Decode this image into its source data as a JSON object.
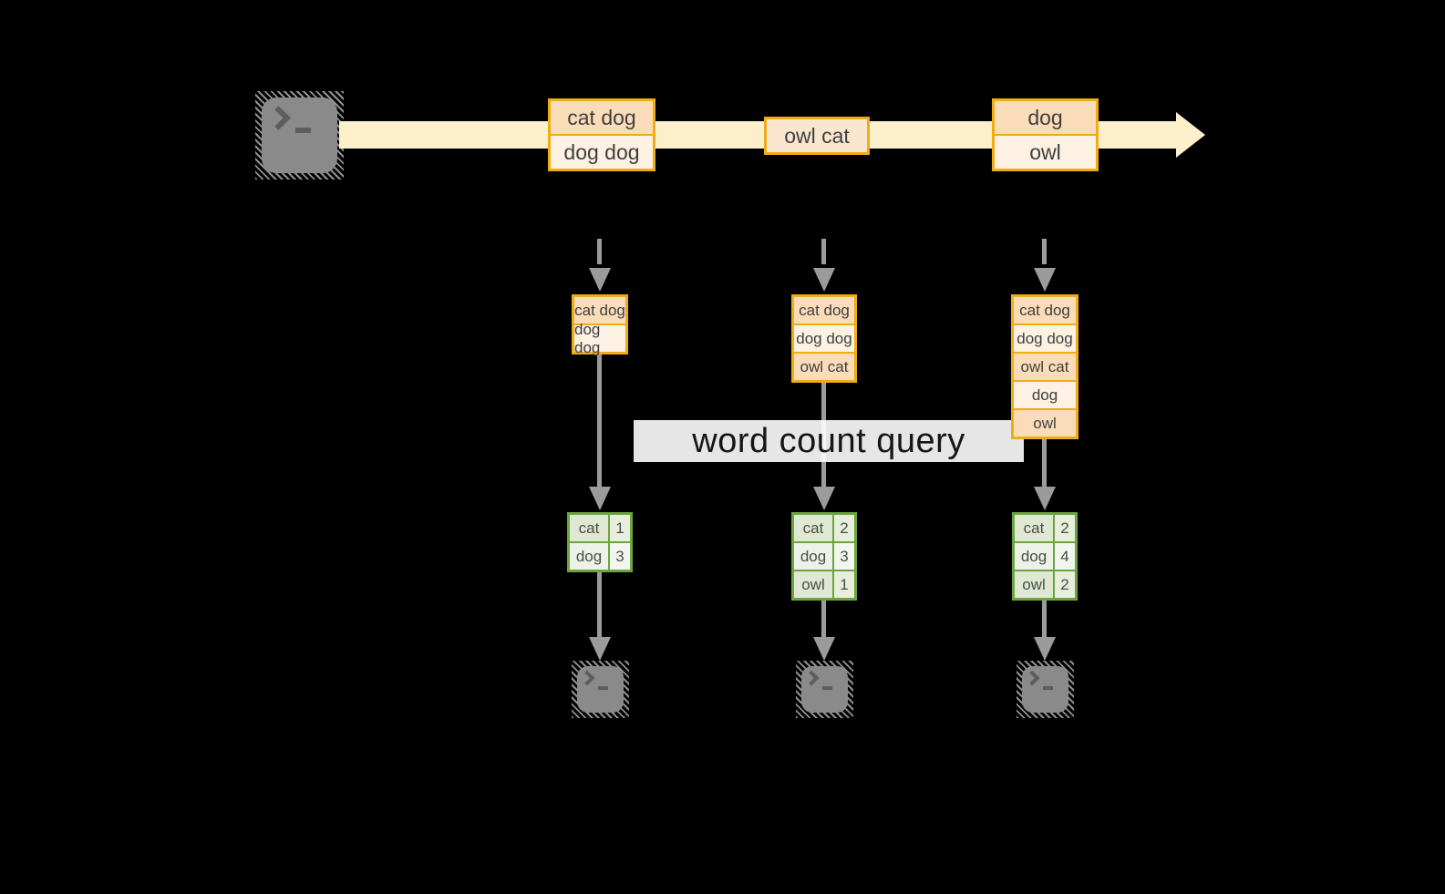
{
  "colors": {
    "background": "#000000",
    "stream_band": "#FBF0CB",
    "event_border": "#F0AC14",
    "event_fill_dark": "#FADCB9",
    "event_fill_light": "#FCF1E2",
    "result_border": "#6CA53E",
    "arrow_gray": "#9B9B9B",
    "query_band_bg": "#FFFFFF"
  },
  "stream": {
    "source_icon": "terminal-icon",
    "events": [
      {
        "rows": [
          "cat dog",
          "dog dog"
        ]
      },
      {
        "rows": [
          "owl cat"
        ]
      },
      {
        "rows": [
          "dog",
          "owl"
        ]
      }
    ]
  },
  "query": {
    "label": "word count query"
  },
  "columns": [
    {
      "state": [
        "cat dog",
        "dog dog"
      ],
      "result": [
        {
          "word": "cat",
          "count": "1"
        },
        {
          "word": "dog",
          "count": "3"
        }
      ]
    },
    {
      "state": [
        "cat dog",
        "dog dog",
        "owl cat"
      ],
      "result": [
        {
          "word": "cat",
          "count": "2"
        },
        {
          "word": "dog",
          "count": "3"
        },
        {
          "word": "owl",
          "count": "1"
        }
      ]
    },
    {
      "state": [
        "cat dog",
        "dog dog",
        "owl cat",
        "dog",
        "owl"
      ],
      "result": [
        {
          "word": "cat",
          "count": "2"
        },
        {
          "word": "dog",
          "count": "4"
        },
        {
          "word": "owl",
          "count": "2"
        }
      ]
    }
  ]
}
